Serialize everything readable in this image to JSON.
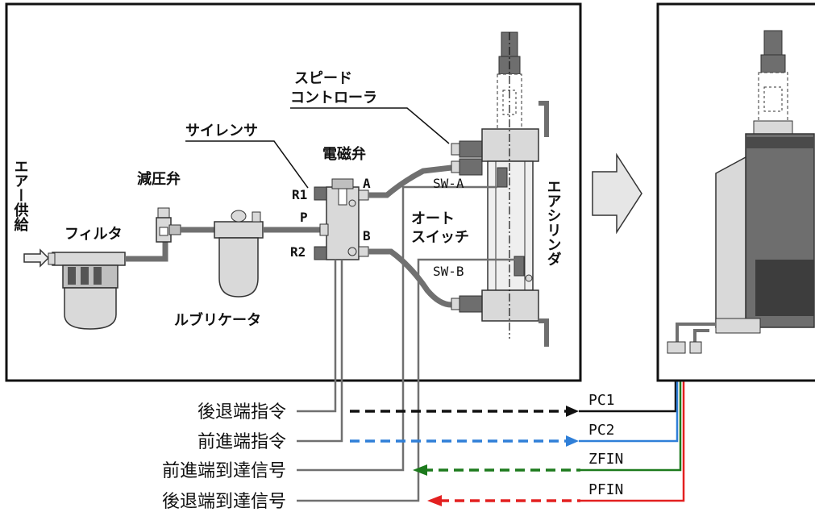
{
  "labels": {
    "air_supply": "エアー供給",
    "filter": "フィルタ",
    "regulator": "減圧弁",
    "lubricator": "ルブリケータ",
    "silencer": "サイレンサ",
    "solenoid_valve": "電磁弁",
    "speed_controller_1": "スピード",
    "speed_controller_2": "コントローラ",
    "auto_switch_1": "オート",
    "auto_switch_2": "スイッチ",
    "air_cylinder": "エアシリンダ",
    "port_r1": "R1",
    "port_a": "A",
    "port_p": "P",
    "port_b": "B",
    "port_r2": "R2",
    "sw_a": "SW-A",
    "sw_b": "SW-B"
  },
  "signals": [
    {
      "label": "後退端指令",
      "code": "PC1",
      "color": "#111111",
      "direction": "right"
    },
    {
      "label": "前進端指令",
      "code": "PC2",
      "color": "#2f7fd8",
      "direction": "right"
    },
    {
      "label": "前進端到達信号",
      "code": "ZFIN",
      "color": "#1d7a1d",
      "direction": "left"
    },
    {
      "label": "後退端到達信号",
      "code": "PFIN",
      "color": "#e32020",
      "direction": "left"
    }
  ],
  "colors": {
    "part_fill": "#d9d9d9",
    "part_dark": "#6e6e6e",
    "pipe": "#707070",
    "frame": "#111111"
  }
}
